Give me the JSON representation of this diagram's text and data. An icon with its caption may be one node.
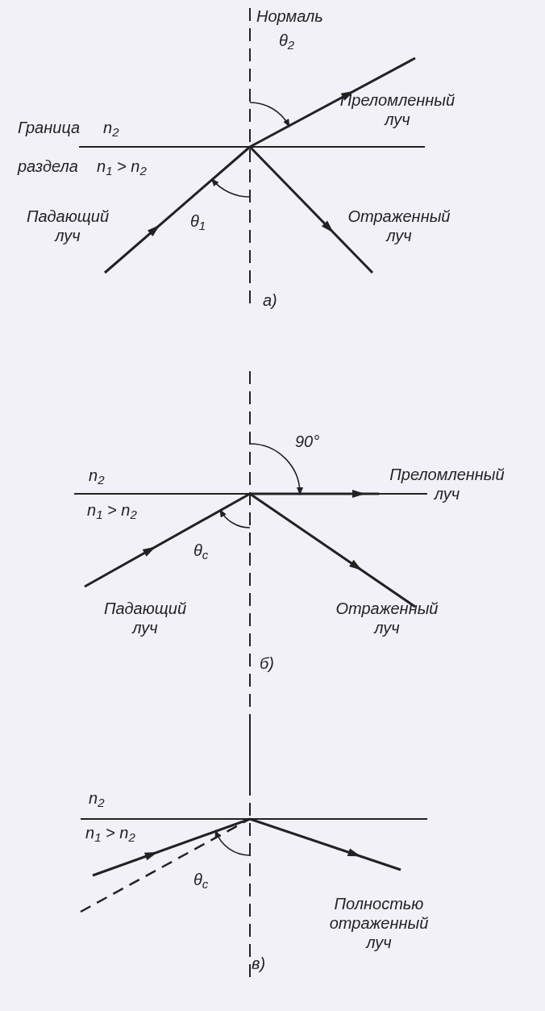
{
  "diagram": {
    "labels": [
      "Нормаль",
      "θ$_{2}$",
      "Преломленный луч",
      "Граница",
      "n$_{2}$",
      "раздела",
      "n$_{1}$ > n$_{2}$",
      "Падающий луч",
      "θ$_{1}$",
      "Отраженный луч",
      "а)",
      "90°",
      "n$_{2}$",
      "Преломленный луч",
      "n$_{1}$ > n$_{2}$",
      "θ$_{c}$",
      "Падающий луч",
      "Отраженный луч",
      "б)",
      "n$_{2}$",
      "n$_{1}$ > n$_{2}$",
      "θ$_{c}$",
      "Полностью отраженный луч",
      "в)"
    ]
  }
}
